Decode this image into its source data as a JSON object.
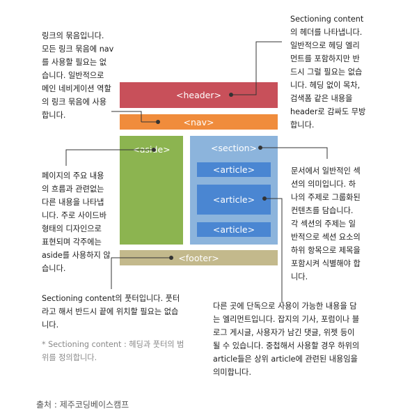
{
  "boxes": {
    "header": "<header>",
    "nav": "<nav>",
    "aside": "<aside>",
    "section": "<section>",
    "article1": "<article>",
    "article2": "<article>",
    "article3": "<article>",
    "footer": "<footer>"
  },
  "notes": {
    "nav": "링크의 묶음입니다.\n모든 링크 묶음에 nav\n를 사용할 필요는 없\n습니다. 일반적으로\n메인 네비게이션 역할\n의 링크 묶음에 사용\n합니다.",
    "header": "Sectioning content\n의 헤더를 나타냅니다.\n일반적으로 헤딩 엘리\n먼트를 포함하지만 반\n드시 그럴 필요는 없습\n니다. 헤딩 없이 목차,\n검색폼 같은 내용을\nheader로 감싸도 무방\n합니다.",
    "aside": "페이지의 주요 내용\n의 흐름과 관련없는\n다른 내용을 나타냅\n니다. 주로 사이드바\n형태의 디자인으로\n표현되며 각주에는\naside를 사용하지 않\n습니다.",
    "section": "문서에서 일반적인 섹\n션의 의미입니다. 하\n나의 주제로 그룹화된\n컨텐츠를 담습니다.\n각 섹션의 주제는 일\n반적으로 섹션 요소의\n하위 항목으로 제목을\n포함시켜 식별해야 합\n니다.",
    "footer": "Sectioning content의 풋터입니다. 풋터\n라고 해서 반드시 끝에 위치할 필요는 없습\n니다.",
    "footer_sub": "* Sectioning content : 헤딩과 풋터의 범\n위를 정의합니다.",
    "article": "다른 곳에 단독으로 사용이 가능한 내용을 담\n는 엘리먼트입니다. 잡지의 기사, 포럼이나 블\n로그 게시글, 사용자가 남긴 댓글, 위젯 등이\n될 수 있습니다. 중첩해서 사용할 경우 하위의\narticle들은 상위 article에 관련된 내용임을\n의미합니다."
  },
  "source": "출처 : 제주코딩베이스캠프",
  "colors": {
    "header": "#c8505a",
    "nav": "#f08c3c",
    "aside": "#8cb450",
    "section": "#8cb4dc",
    "article": "#4a86d2",
    "footer": "#c3b98c"
  }
}
